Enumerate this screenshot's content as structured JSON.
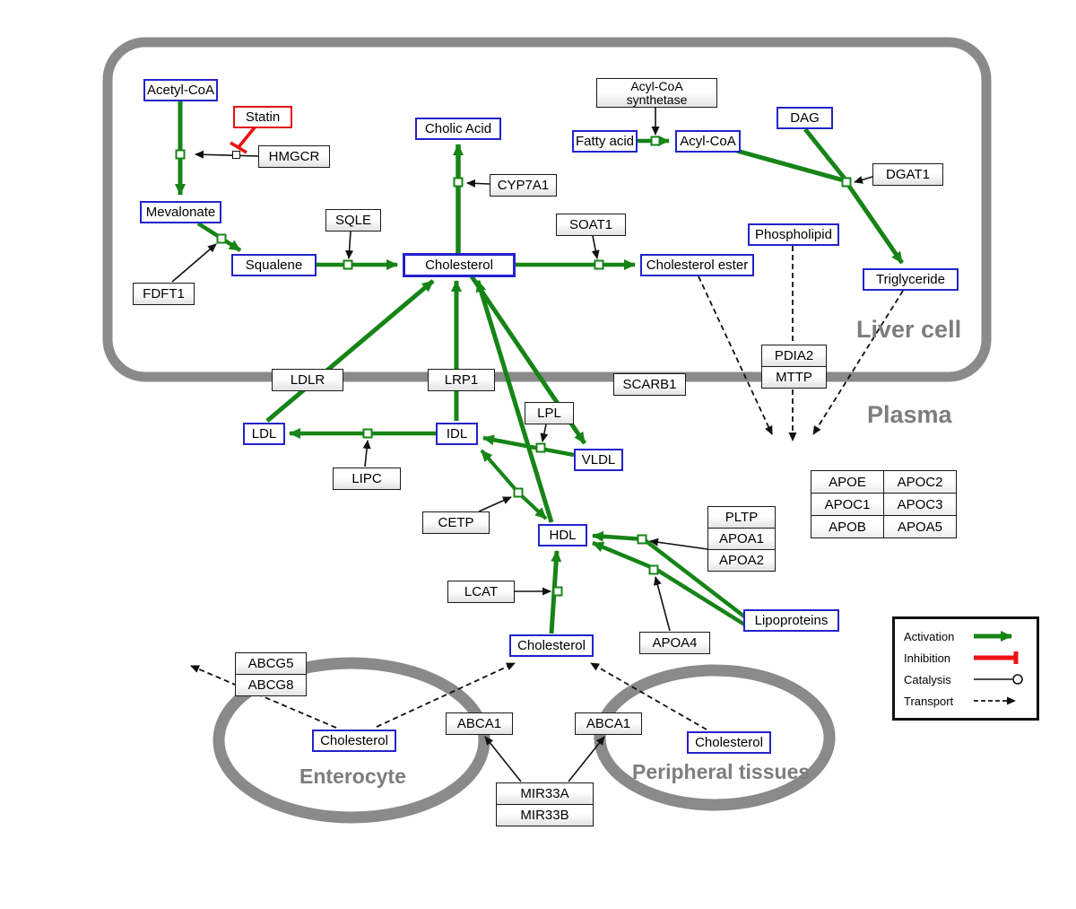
{
  "regions": {
    "liver": "Liver cell",
    "plasma": "Plasma",
    "enterocyte": "Enterocyte",
    "peripheral": "Peripheral tissues"
  },
  "metabolites": {
    "acetyl_coa": "Acetyl-CoA",
    "mevalonate": "Mevalonate",
    "squalene": "Squalene",
    "cholic_acid": "Cholic Acid",
    "cholesterol_liver": "Cholesterol",
    "cholesterol_ester": "Cholesterol ester",
    "fatty_acid": "Fatty acid",
    "acyl_coa": "Acyl-CoA",
    "dag": "DAG",
    "phospholipid": "Phospholipid",
    "triglyceride": "Triglyceride",
    "ldl": "LDL",
    "idl": "IDL",
    "vldl": "VLDL",
    "hdl": "HDL",
    "lipoproteins": "Lipoproteins",
    "cholesterol_plasma": "Cholesterol",
    "cholesterol_enterocyte": "Cholesterol",
    "cholesterol_peripheral": "Cholesterol"
  },
  "genes": {
    "statin": "Statin",
    "hmgcr": "HMGCR",
    "fdft1": "FDFT1",
    "sqle": "SQLE",
    "cyp7a1": "CYP7A1",
    "soat1": "SOAT1",
    "acyl_coa_synthetase": {
      "line1": "Acyl-CoA",
      "line2": "synthetase"
    },
    "dgat1": "DGAT1",
    "ldlr": "LDLR",
    "lrp1": "LRP1",
    "scarb1": "SCARB1",
    "pdia2": "PDIA2",
    "mttp": "MTTP",
    "lipc": "LIPC",
    "lpl": "LPL",
    "cetp": "CETP",
    "pltp": "PLTP",
    "apoa1": "APOA1",
    "apoa2": "APOA2",
    "lcat": "LCAT",
    "apoa4": "APOA4",
    "abcg5": "ABCG5",
    "abcg8": "ABCG8",
    "abca1_left": "ABCA1",
    "abca1_right": "ABCA1",
    "mir33a": "MIR33A",
    "mir33b": "MIR33B"
  },
  "apo_table": {
    "rows": [
      [
        "APOE",
        "APOC2"
      ],
      [
        "APOC1",
        "APOC3"
      ],
      [
        "APOB",
        "APOA5"
      ]
    ]
  },
  "legend": {
    "activation": "Activation",
    "inhibition": "Inhibition",
    "catalysis": "Catalysis",
    "transport": "Transport"
  },
  "colors": {
    "activation_green": "#168416",
    "inhibition_red": "#ee1111",
    "entity_border_blue": "#2323cc",
    "membrane_gray": "#8a8a8a",
    "label_gray": "#7d7d7d"
  }
}
